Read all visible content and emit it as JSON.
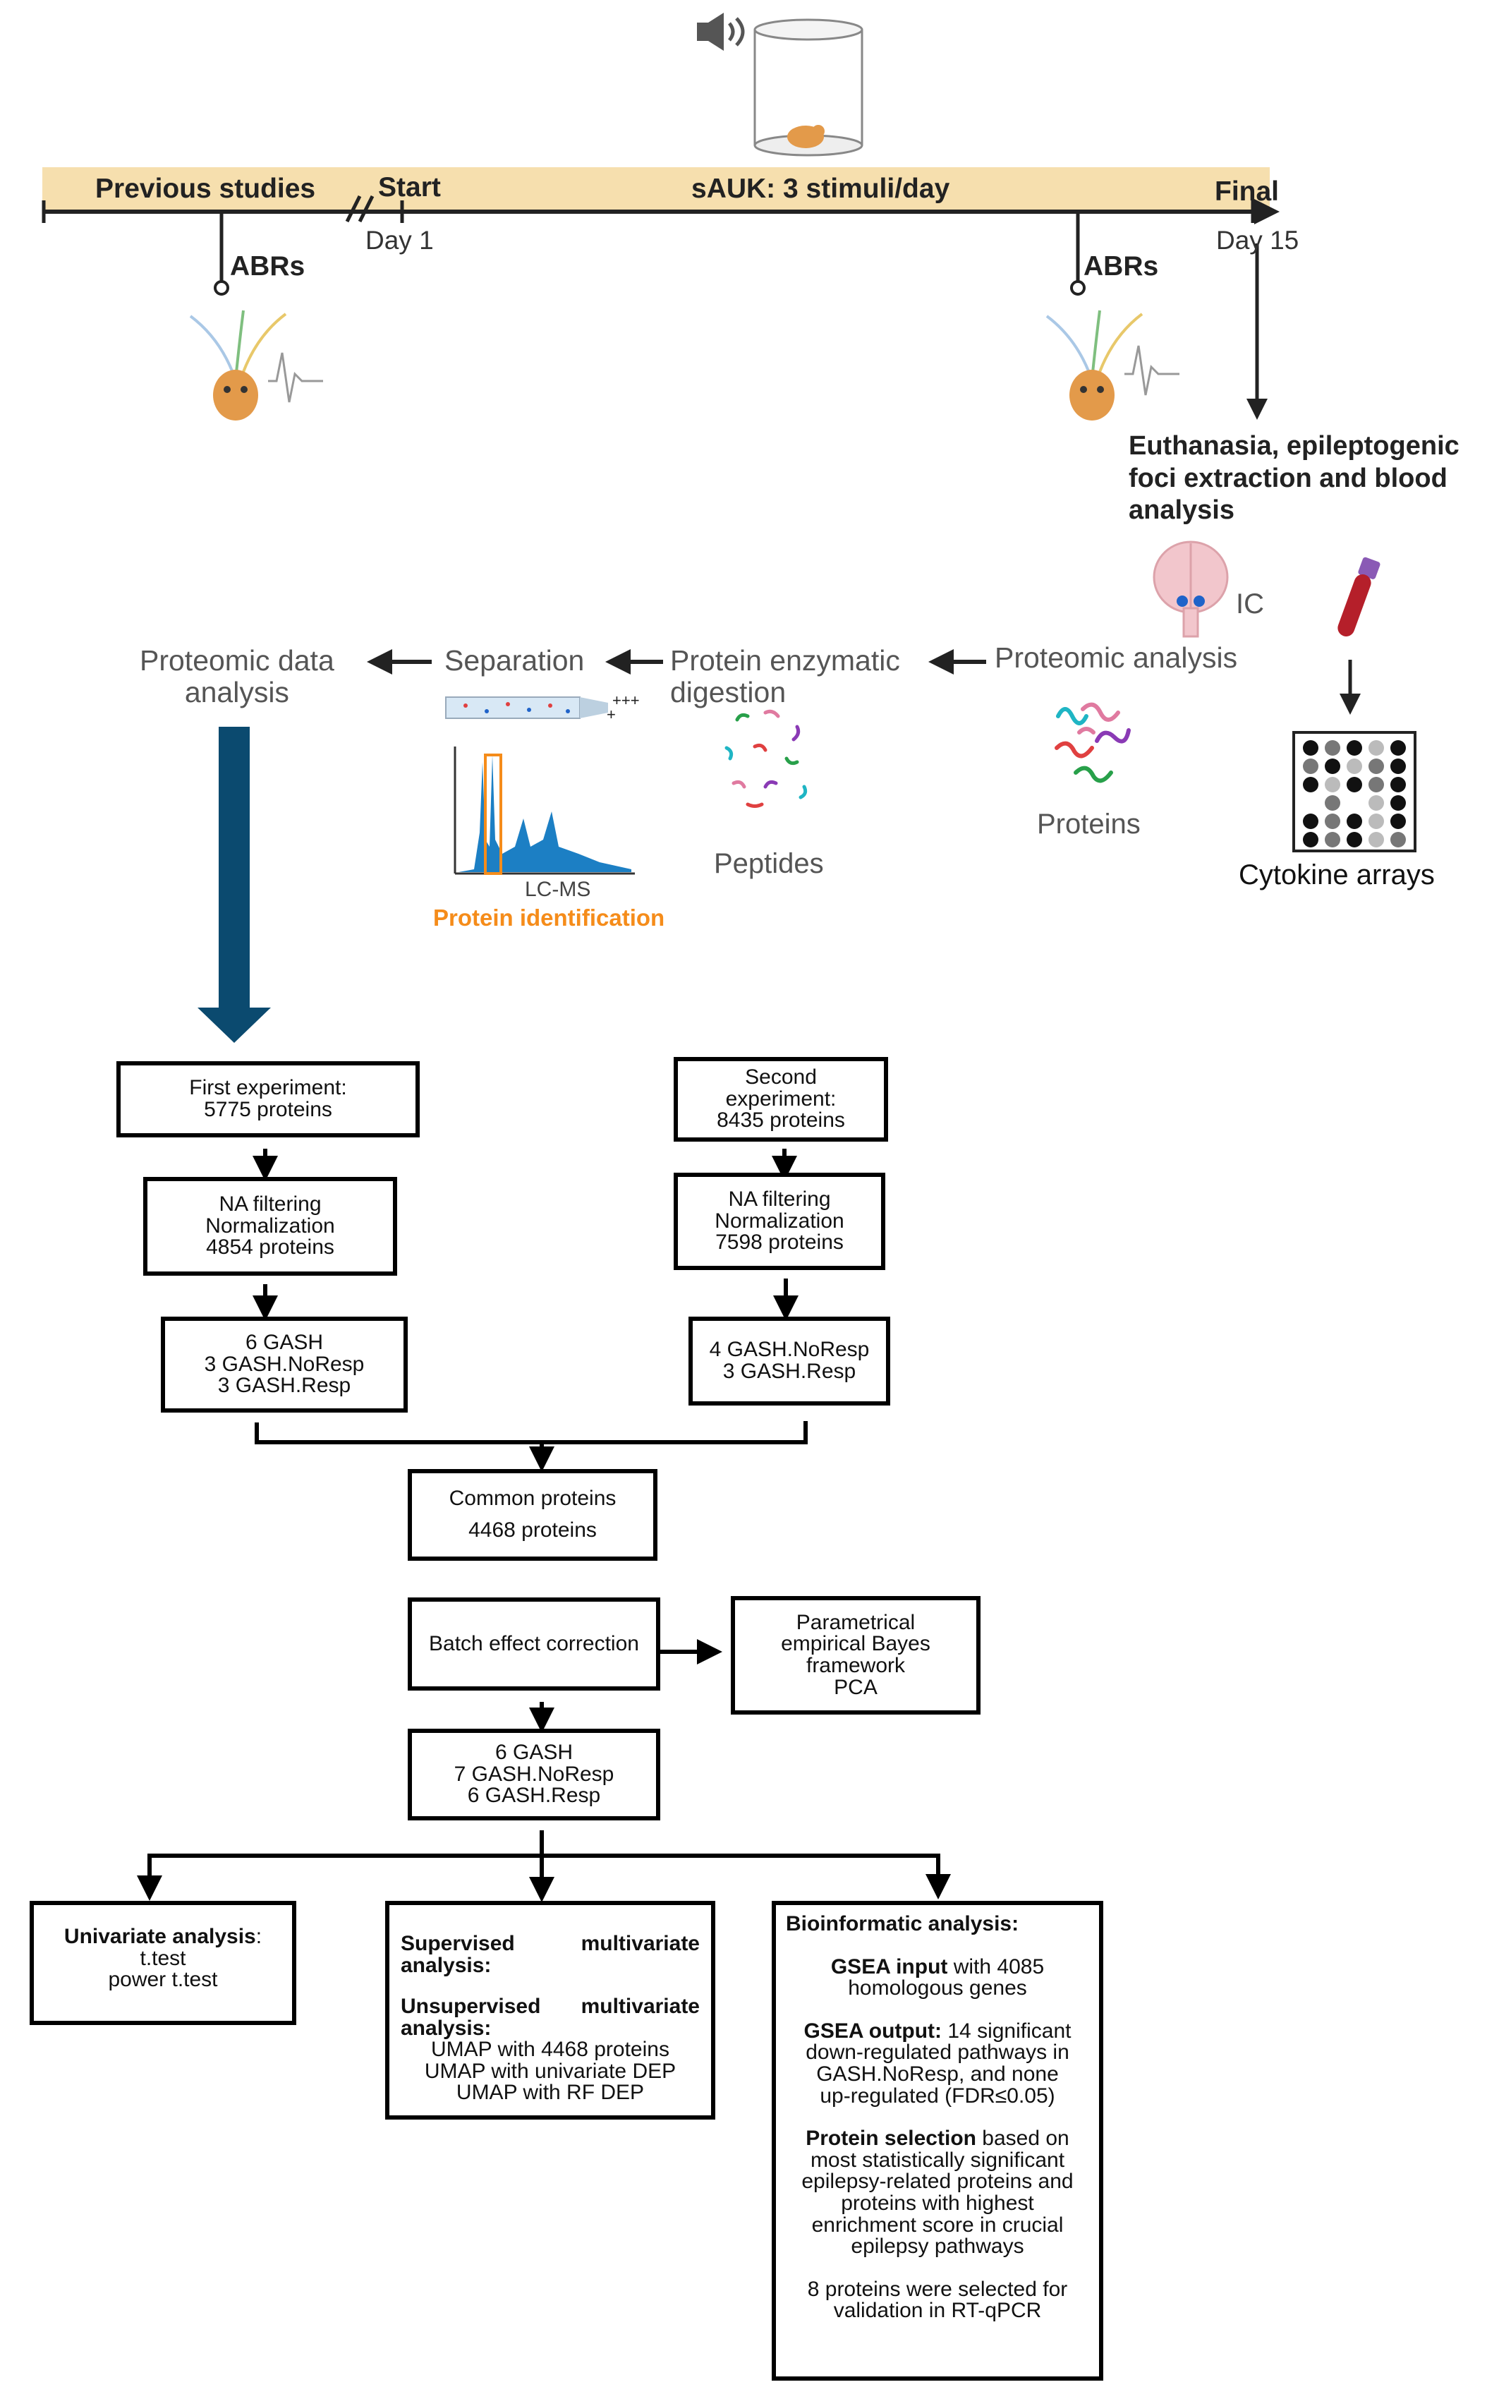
{
  "timeline": {
    "previous": "Previous studies",
    "start": "Start",
    "protocol": "sAUK: 3 stimuli/day",
    "final": "Final",
    "day_start": "Day 1",
    "day_end": "Day 15",
    "abr_left": "ABRs",
    "abr_right": "ABRs"
  },
  "euthanasia": [
    "Euthanasia, epileptogenic",
    "foci extraction and blood",
    "analysis"
  ],
  "ic_label": "IC",
  "workflow": {
    "proteomic_data": [
      "Proteomic data",
      "analysis"
    ],
    "separation": "Separation",
    "digestion": [
      "Protein enzymatic",
      "digestion"
    ],
    "proteomic_analysis": "Proteomic analysis",
    "peptides": "Peptides",
    "proteins": "Proteins",
    "lcms": "LC-MS",
    "protein_id": "Protein identification",
    "cytokine": "Cytokine arrays"
  },
  "boxes": {
    "first_exp": [
      "First experiment:",
      "5775 proteins"
    ],
    "second_exp": [
      "Second",
      "experiment:",
      "8435 proteins"
    ],
    "filter1": [
      "NA filtering",
      "Normalization",
      "4854 proteins"
    ],
    "filter2": [
      "NA filtering",
      "Normalization",
      "7598 proteins"
    ],
    "groups1": [
      "6 GASH",
      "3 GASH.NoResp",
      "3 GASH.Resp"
    ],
    "groups2": [
      "4 GASH.NoResp",
      "3 GASH.Resp"
    ],
    "common": [
      "Common proteins",
      "4468 proteins"
    ],
    "batch": "Batch effect correction",
    "bayes": [
      "Parametrical",
      "empirical Bayes",
      "framework",
      "PCA"
    ],
    "final_groups": [
      "6 GASH",
      "7 GASH.NoResp",
      "6 GASH.Resp"
    ]
  },
  "univariate": {
    "title": "Univariate analysis",
    "colon": ":",
    "lines": [
      "t.test",
      "power t.test"
    ]
  },
  "multivariate": {
    "sup_a": "Supervised",
    "sup_b": "multivariate",
    "sup_c": "analysis:",
    "unsup_a": "Unsupervised",
    "unsup_b": "multivariate",
    "unsup_c": "analysis:",
    "lines": [
      "UMAP with 4468 proteins",
      "UMAP with univariate DEP",
      "UMAP with RF DEP"
    ]
  },
  "bioinfo": {
    "title": "Bioinformatic analysis:",
    "gsea_in_b": "GSEA input",
    "gsea_in_r": " with 4085",
    "gsea_in_2": "homologous genes",
    "gsea_out_b": "GSEA output:",
    "gsea_out_r": " 14 significant",
    "gsea_out_lines": [
      "down-regulated pathways in",
      "GASH.NoResp, and none",
      "up-regulated (FDR≤0.05)"
    ],
    "sel_b": "Protein selection",
    "sel_r": " based on",
    "sel_lines": [
      "most statistically significant",
      "epilepsy-related proteins and",
      "proteins with highest",
      "enrichment score in crucial",
      "epilepsy pathways"
    ],
    "final_lines": [
      "8 proteins were selected for",
      "validation in RT-qPCR"
    ]
  },
  "colors": {
    "timeline_band": "#f6dfae",
    "big_arrow": "#0b4a6f",
    "orange": "#f58c1a",
    "chromatogram": "#1c7fc4"
  }
}
